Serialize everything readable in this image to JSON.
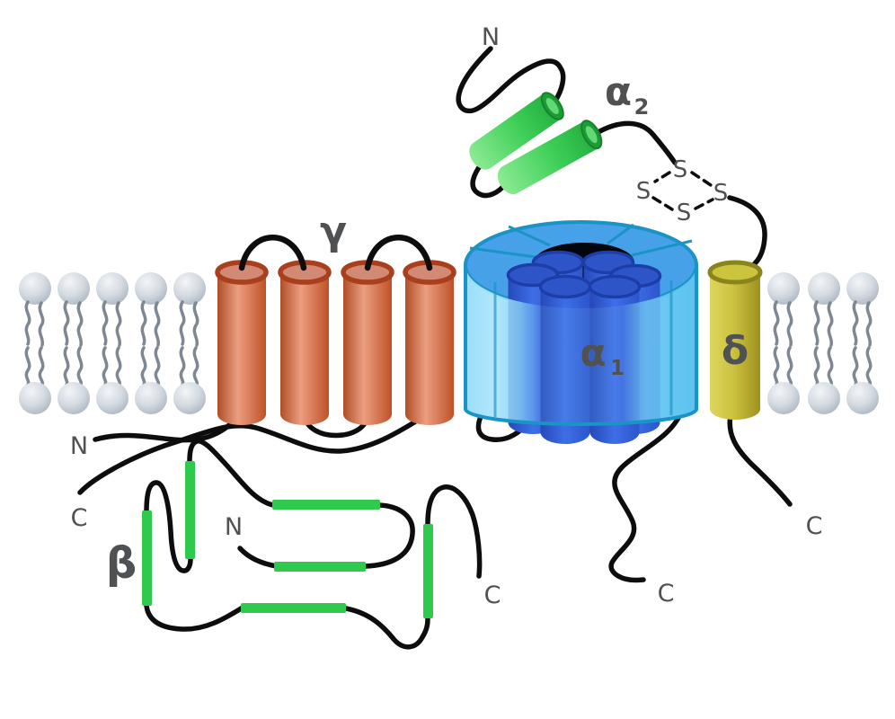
{
  "figure": {
    "description": "Schematic of a voltage-gated calcium channel complex in a lipid bilayer"
  },
  "labels": {
    "alpha2_n": "N",
    "alpha2_base": "α",
    "alpha2_sub": "2",
    "s_top": "S",
    "s_left": "S",
    "s_right": "S",
    "s_bottom": "S",
    "gamma": "γ",
    "gamma_n": "N",
    "gamma_c": "C",
    "alpha1_base": "α",
    "alpha1_sub": "1",
    "alpha1_c": "C",
    "delta": "δ",
    "delta_c": "C",
    "beta": "β",
    "beta_n": "N",
    "beta_c": "C"
  },
  "colors": {
    "label-gray": "#505153",
    "chain-black": "#0d0d0d",
    "lipid-head": "#c6cfd8",
    "lipid-tail": "#7e8893",
    "gamma-orange": "#d0663a",
    "gamma-rim": "#a93f1c",
    "gamma-top": "#d28a74",
    "alpha2-green": "#3ecf58",
    "beta-green": "#2fc94d",
    "alpha1-outer": "#8edcf9",
    "alpha1-top": "#47a1e9",
    "alpha1-stroke": "#1a93c6",
    "alpha1-inner": "#3565d8",
    "pore-black": "#02060d",
    "delta-yellow": "#c8bf3a",
    "delta-rim": "#8a841c"
  }
}
